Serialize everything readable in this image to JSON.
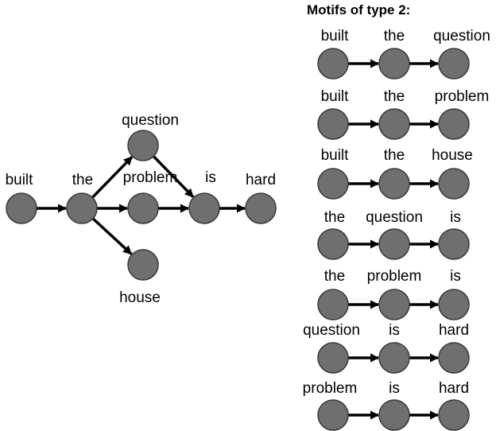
{
  "main_graph": {
    "nodes": [
      {
        "id": "built",
        "label": "built"
      },
      {
        "id": "the",
        "label": "the"
      },
      {
        "id": "question",
        "label": "question"
      },
      {
        "id": "problem",
        "label": "problem"
      },
      {
        "id": "house",
        "label": "house"
      },
      {
        "id": "is",
        "label": "is"
      },
      {
        "id": "hard",
        "label": "hard"
      }
    ],
    "edges": [
      [
        "built",
        "the"
      ],
      [
        "the",
        "question"
      ],
      [
        "the",
        "problem"
      ],
      [
        "the",
        "house"
      ],
      [
        "question",
        "is"
      ],
      [
        "problem",
        "is"
      ],
      [
        "is",
        "hard"
      ]
    ]
  },
  "motifs": {
    "title": "Motifs of type 2:",
    "rows": [
      [
        "built",
        "the",
        "question"
      ],
      [
        "built",
        "the",
        "problem"
      ],
      [
        "built",
        "the",
        "house"
      ],
      [
        "the",
        "question",
        "is"
      ],
      [
        "the",
        "problem",
        "is"
      ],
      [
        "question",
        "is",
        "hard"
      ],
      [
        "problem",
        "is",
        "hard"
      ]
    ]
  },
  "style": {
    "node_fill": "#6f6f6f",
    "edge_color": "#000000"
  }
}
